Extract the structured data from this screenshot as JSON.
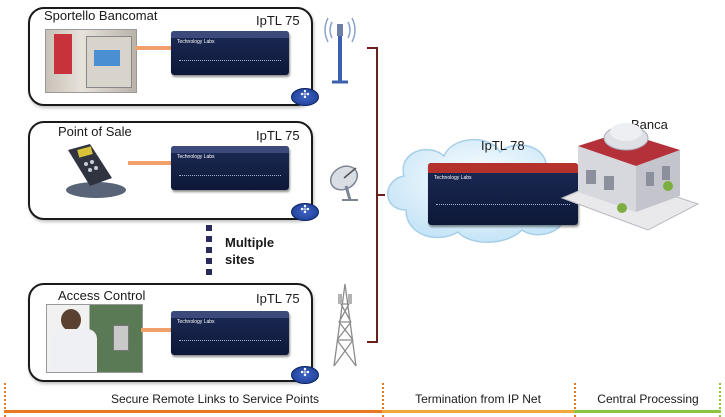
{
  "sites": [
    {
      "title": "Sportello Bancomat",
      "model": "IpTL 75",
      "antenna": "cell-tower-icon"
    },
    {
      "title": "Point of Sale",
      "model": "IpTL 75",
      "antenna": "satellite-dish-icon"
    },
    {
      "title": "Access Control",
      "model": "IpTL 75",
      "antenna": "lattice-tower-icon"
    }
  ],
  "multiple_sites": {
    "line1": "Multiple",
    "line2": "sites"
  },
  "central": {
    "model": "IpTL 78",
    "bank": "Banca"
  },
  "footer": {
    "segments": [
      {
        "label": "Secure Remote Links to Service Points",
        "color": "#e87722"
      },
      {
        "label": "Termination from IP Net",
        "color": "#f2a93b"
      },
      {
        "label": "Central Processing",
        "color": "#8cc63f"
      }
    ]
  },
  "colors": {
    "box_border": "#1a1a1a",
    "connector": "#f0a16b",
    "bracket": "#6b1f1f",
    "device": "#1c2a55"
  }
}
